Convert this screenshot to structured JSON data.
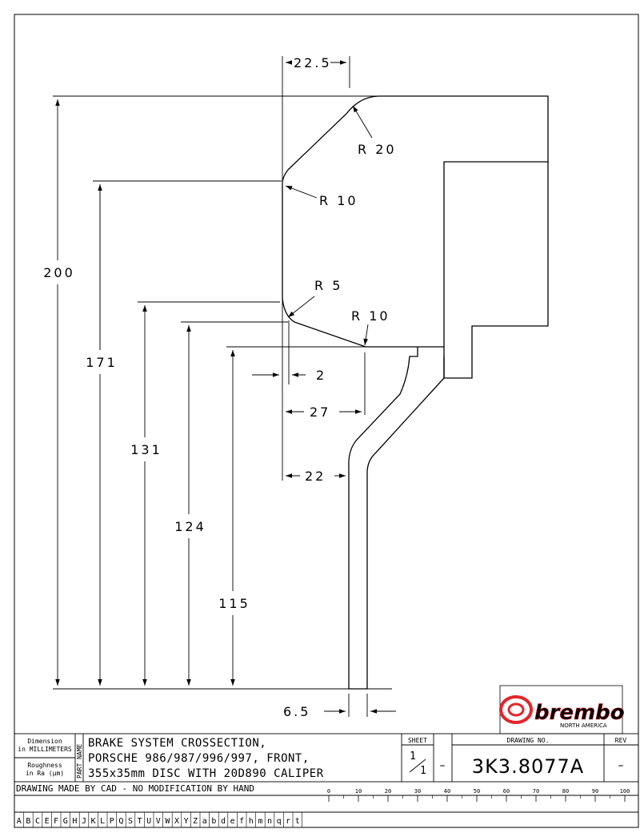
{
  "dimensions": {
    "d200": "200",
    "d171": "171",
    "d131": "131",
    "d124": "124",
    "d115": "115",
    "d22_5": "22.5",
    "d2": "2",
    "d27": "27",
    "d22": "22",
    "d6_5": "6.5",
    "r20": "R 20",
    "r10_top": "R 10",
    "r5": "R 5",
    "r10_bottom": "R 10"
  },
  "logo": {
    "brand": "brembo",
    "subtitle": "NORTH AMERICA",
    "color": "#e3262b"
  },
  "title_block": {
    "dimension_label_1": "Dimension",
    "dimension_label_2": "in MILLIMETERS",
    "roughness_label_1": "Roughness",
    "roughness_label_2": "in Ra (µm)",
    "part_name_label": "PART NAME",
    "title_line_1": "BRAKE SYSTEM CROSSECTION,",
    "title_line_2": "PORSCHE 986/987/996/997, FRONT,",
    "title_line_3": "355x35mm DISC WITH 20D890 CALIPER",
    "sheet_label": "SHEET",
    "sheet_num": "1",
    "sheet_den": "1",
    "dash": "–",
    "drawing_no_label": "DRAWING NO.",
    "drawing_no": "3K3.8077A",
    "rev_label": "REV",
    "rev": "–",
    "cad_note": "DRAWING MADE BY CAD - NO MODIFICATION BY HAND",
    "scale": [
      "0",
      "10",
      "20",
      "30",
      "40",
      "50",
      "60",
      "70",
      "80",
      "90",
      "100"
    ],
    "letters": [
      "A",
      "B",
      "C",
      "E",
      "F",
      "G",
      "H",
      "J",
      "K",
      "L",
      "P",
      "Q",
      "S",
      "T",
      "U",
      "V",
      "W",
      "X",
      "Y",
      "Z",
      "a",
      "b",
      "d",
      "e",
      "f",
      "h",
      "m",
      "n",
      "q",
      "r",
      "t"
    ]
  }
}
